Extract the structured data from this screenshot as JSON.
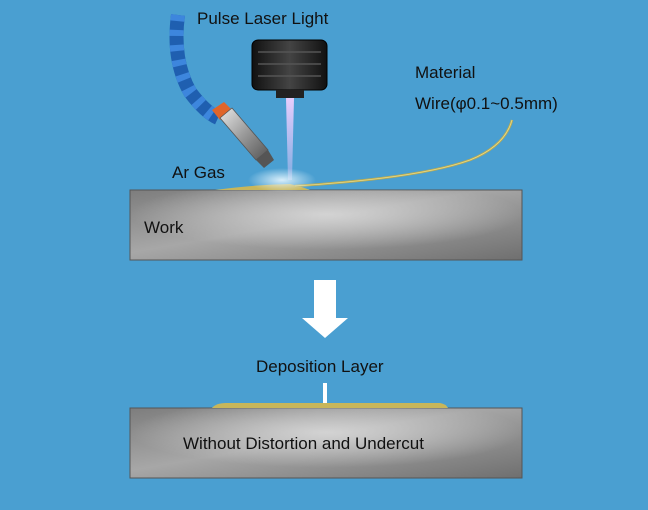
{
  "labels": {
    "laser": "Pulse Laser Light",
    "material_line1": "Material",
    "material_line2": "Wire(φ0.1~0.5mm)",
    "gas": "Ar Gas",
    "work": "Work",
    "deposition": "Deposition Layer",
    "result": "Without Distortion and Undercut"
  },
  "colors": {
    "background": "#4a9fd1",
    "metal": "#8f8f8f",
    "deposit": "#c8b65a",
    "hose_blue": "#1f5fb0",
    "nozzle_orange": "#e0652a",
    "arrow": "#ffffff"
  }
}
